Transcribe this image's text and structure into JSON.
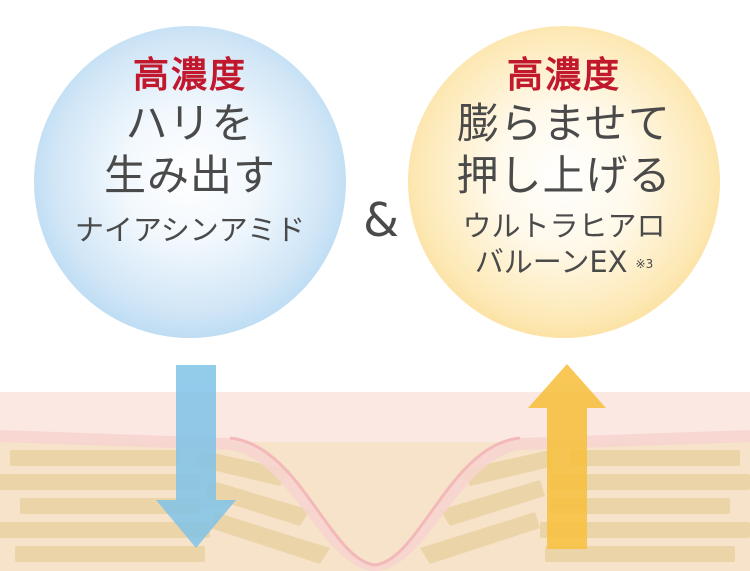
{
  "left_circle": {
    "heading": "高濃度",
    "line1": "ハリを",
    "line2": "生み出す",
    "ingredient": "ナイアシンアミド"
  },
  "ampersand": "&",
  "right_circle": {
    "heading": "高濃度",
    "line1": "膨らませて",
    "line2": "押し上げる",
    "ingredient_line1": "ウルトラヒアロ",
    "ingredient_line2": "バルーンEX",
    "note": "※3"
  },
  "colors": {
    "heading_red": "#c2182d",
    "text_gray": "#4a4a4a",
    "blue_circle": "#8cc4ec",
    "yellow_circle": "#f5c35e",
    "down_arrow": "#7fc3e8",
    "up_arrow": "#f7c143"
  },
  "arrows": {
    "left": "arrow-down-icon",
    "right": "arrow-up-icon"
  }
}
